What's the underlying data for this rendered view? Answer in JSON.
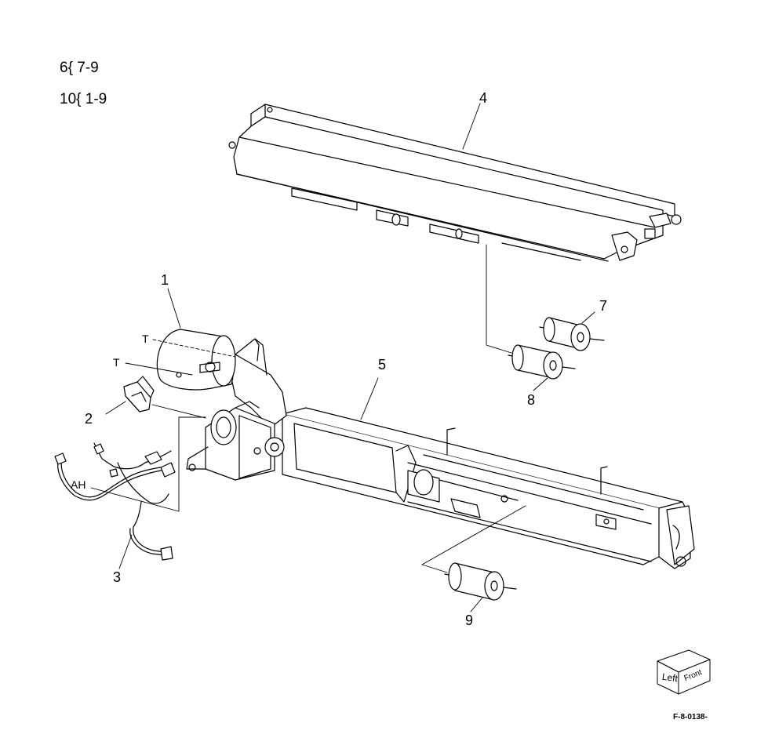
{
  "diagram": {
    "references": [
      {
        "id": "ref-1",
        "text": "6{ 7-9"
      },
      {
        "id": "ref-2",
        "text": "10{ 1-9"
      }
    ],
    "callouts": [
      "1",
      "2",
      "3",
      "4",
      "5",
      "7",
      "8",
      "9"
    ],
    "labels": {
      "t_upper": "T",
      "t_lower": "T",
      "ah": "AH"
    },
    "orientation": {
      "left": "Left",
      "front": "Front"
    },
    "figure_id": "F-8-0138-"
  }
}
